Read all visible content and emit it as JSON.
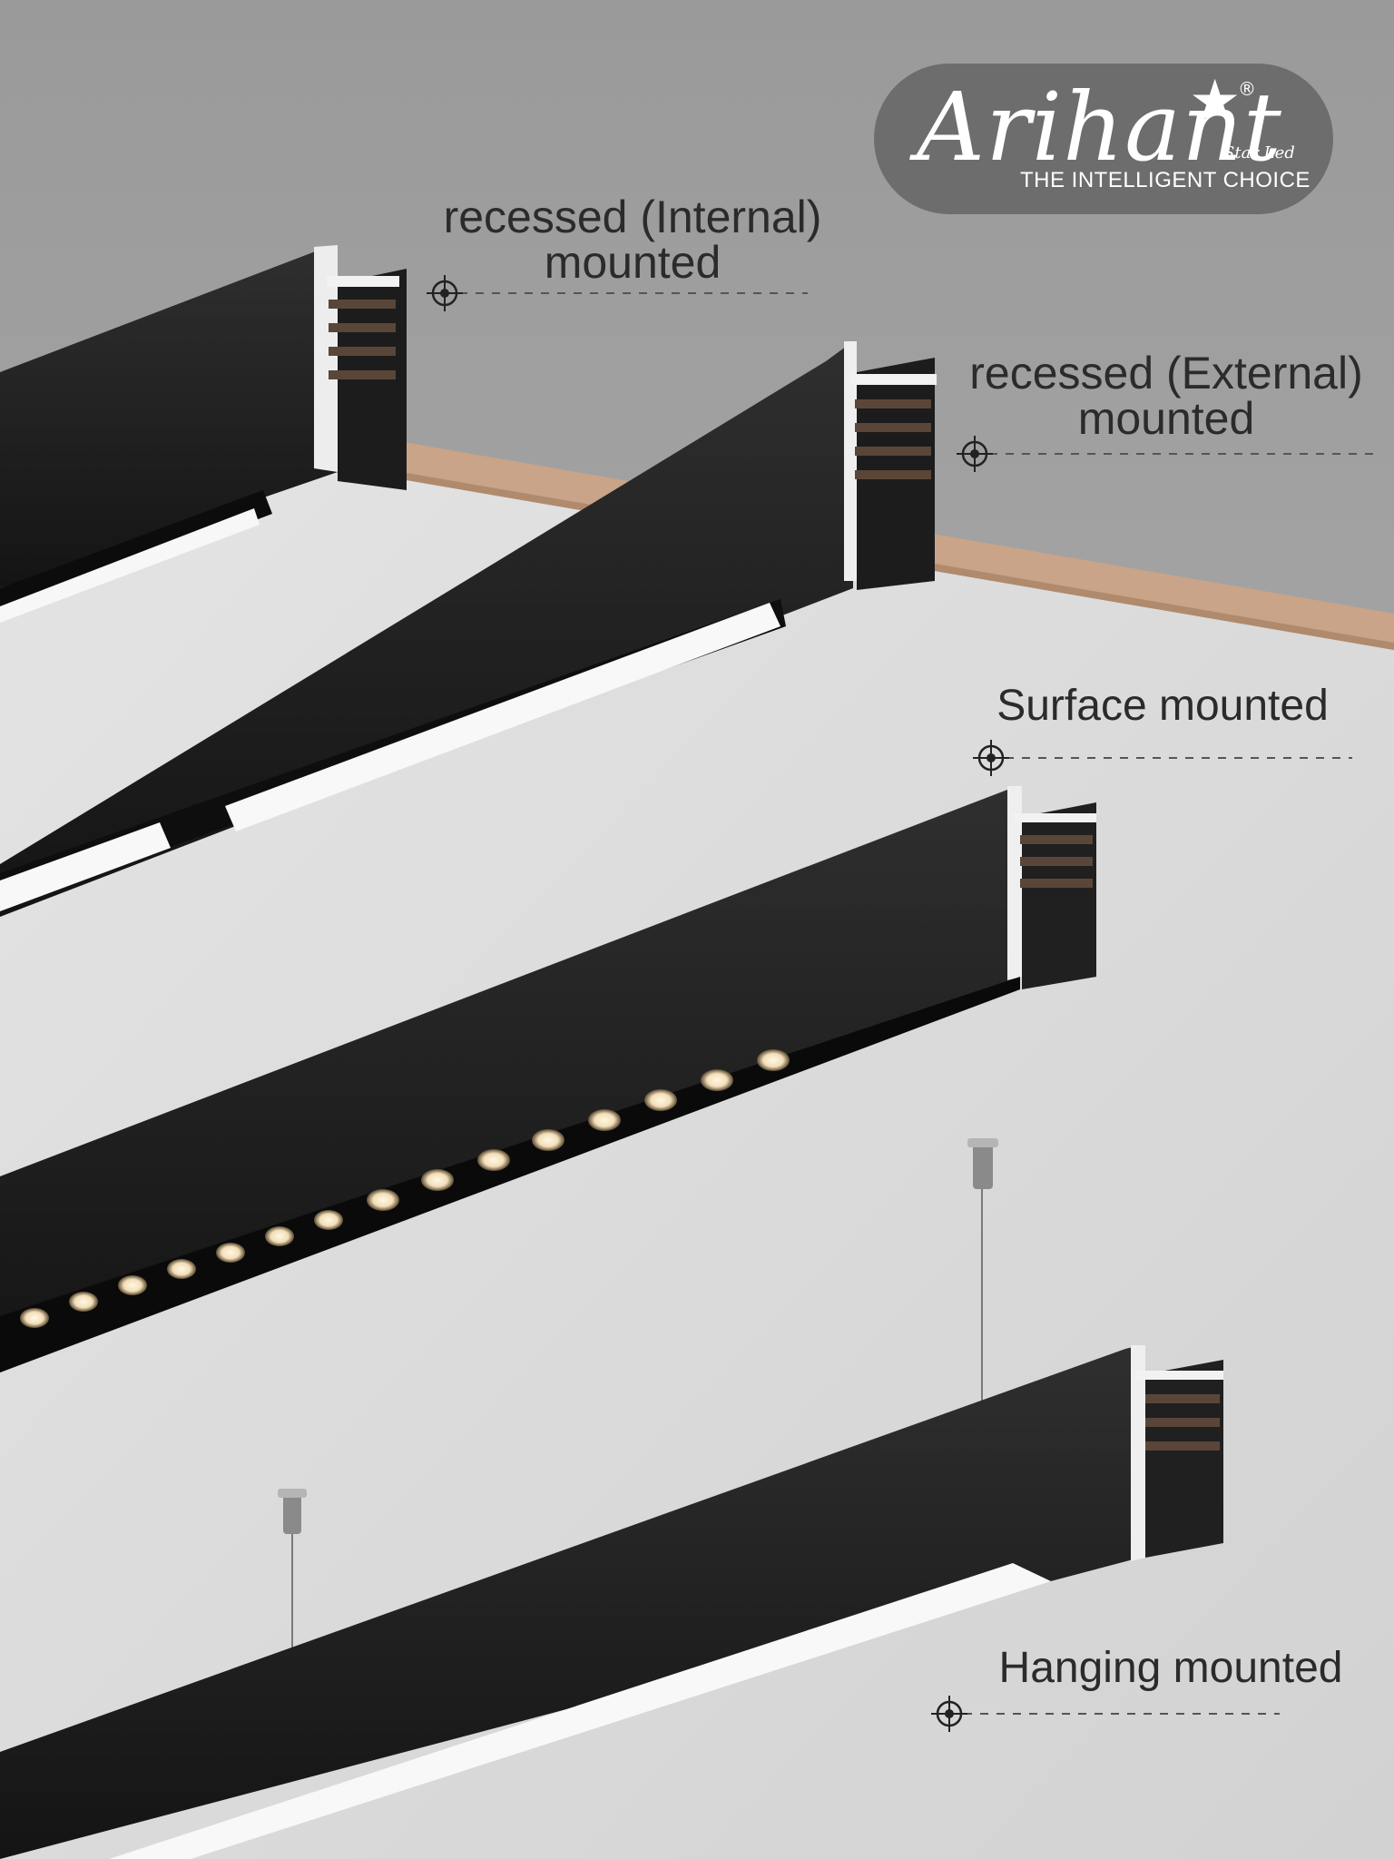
{
  "logo": {
    "wordmark": "Arihant",
    "registered": "®",
    "sub": "Star Led",
    "tagline": "THE INTELLIGENT CHOICE"
  },
  "labels": {
    "recessed_internal": [
      "recessed (Internal)",
      "mounted"
    ],
    "recessed_external": [
      "recessed (External)",
      "mounted"
    ],
    "surface": "Surface mounted",
    "hanging": "Hanging mounted"
  },
  "colors": {
    "wall": "#9e9e9e",
    "ceiling": "#dcdcdc",
    "wood": "#c9a488",
    "profile": "#2a2a2a",
    "diffuser": "#fafafa",
    "logo_badge": "#6d6d6d"
  },
  "icons": [
    "target-marker-icon",
    "star-icon"
  ]
}
